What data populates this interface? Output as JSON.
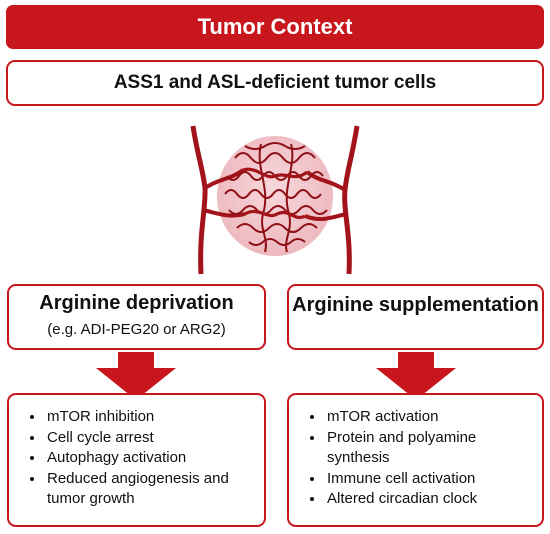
{
  "title": "Tumor Context",
  "subtitle": "ASS1 and ASL-deficient tumor cells",
  "left": {
    "heading": "Arginine deprivation",
    "subheading": "(e.g. ADI-PEG20 or ARG2)",
    "effects": [
      "mTOR inhibition",
      "Cell cycle arrest",
      "Autophagy activation",
      "Reduced angiogenesis and tumor growth"
    ]
  },
  "right": {
    "heading": "Arginine supplementation",
    "effects": [
      "mTOR activation",
      "Protein and polyamine synthesis",
      "Immune cell activation",
      "Altered circadian clock"
    ]
  },
  "colors": {
    "accent": "#c8161d",
    "vessel": "#a3131a",
    "tumor": "#f2c3c8"
  }
}
